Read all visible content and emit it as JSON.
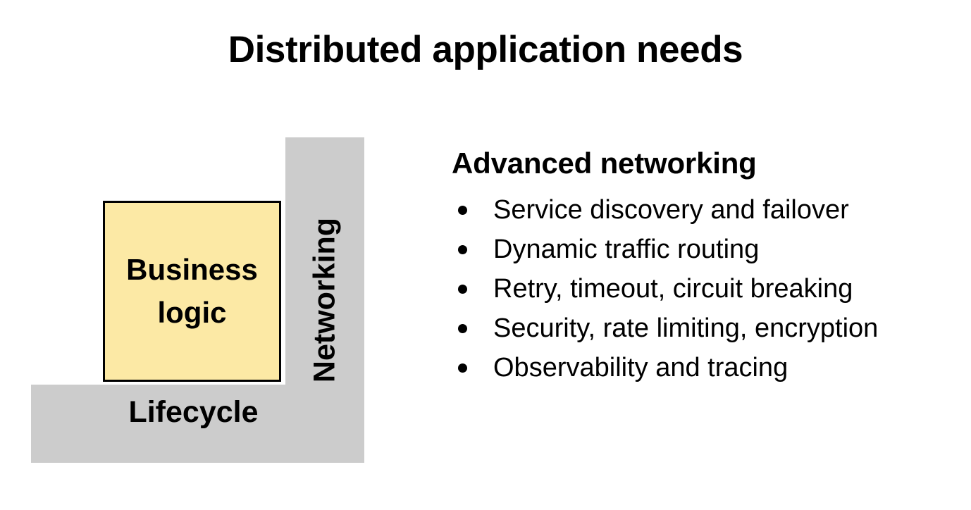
{
  "slide": {
    "title": "Distributed application needs",
    "background_color": "#ffffff"
  },
  "diagram": {
    "name": "distributed-application-stack",
    "colors": {
      "infrastructure_gray": "#cccccc",
      "business_logic_yellow": "#fce9a5",
      "border_black": "#000000",
      "text_black": "#000000"
    },
    "networking_bar": {
      "label": "Networking",
      "orientation": "vertical-rotated-90-ccw"
    },
    "lifecycle_bar": {
      "label": "Lifecycle",
      "orientation": "horizontal"
    },
    "business_logic_box": {
      "line1": "Business",
      "line2": "logic"
    }
  },
  "right_column": {
    "heading": "Advanced networking",
    "bullets": [
      "Service discovery and failover",
      "Dynamic traffic routing",
      "Retry, timeout, circuit breaking",
      "Security, rate limiting, encryption",
      "Observability and tracing"
    ]
  }
}
